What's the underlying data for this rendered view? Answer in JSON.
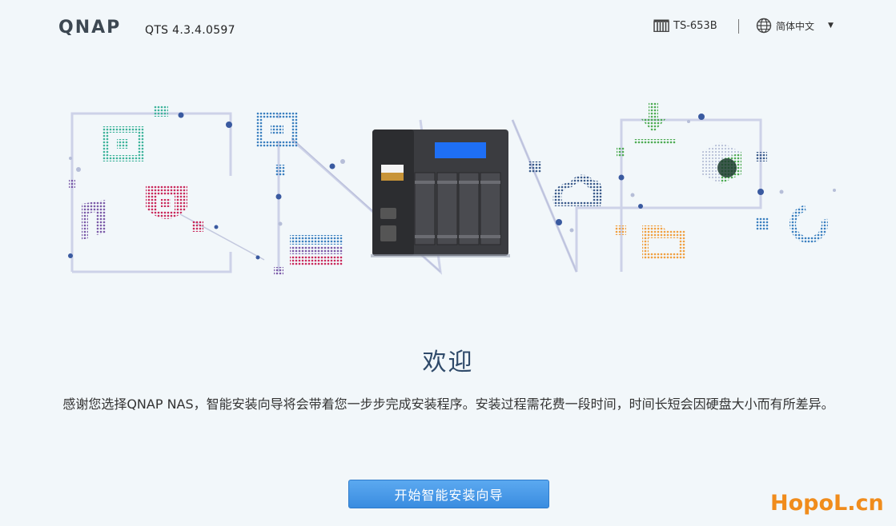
{
  "header": {
    "brand": "QNAP",
    "version": "QTS 4.3.4.0597",
    "model": "TS-653B",
    "language": "简体中文"
  },
  "main": {
    "title": "欢迎",
    "description": "感谢您选择QNAP NAS，智能安装向导将会带着您一步步完成安装程序。安装过程需花费一段时间，时间长短会因硬盘大小而有所差异。",
    "start_button": "开始智能安装向导"
  },
  "watermark": "HopoL.cn",
  "colors": {
    "background": "#f2f7fa",
    "title": "#2f4a6a",
    "button": "#3a8ce0",
    "watermark": "#f08c1c"
  }
}
